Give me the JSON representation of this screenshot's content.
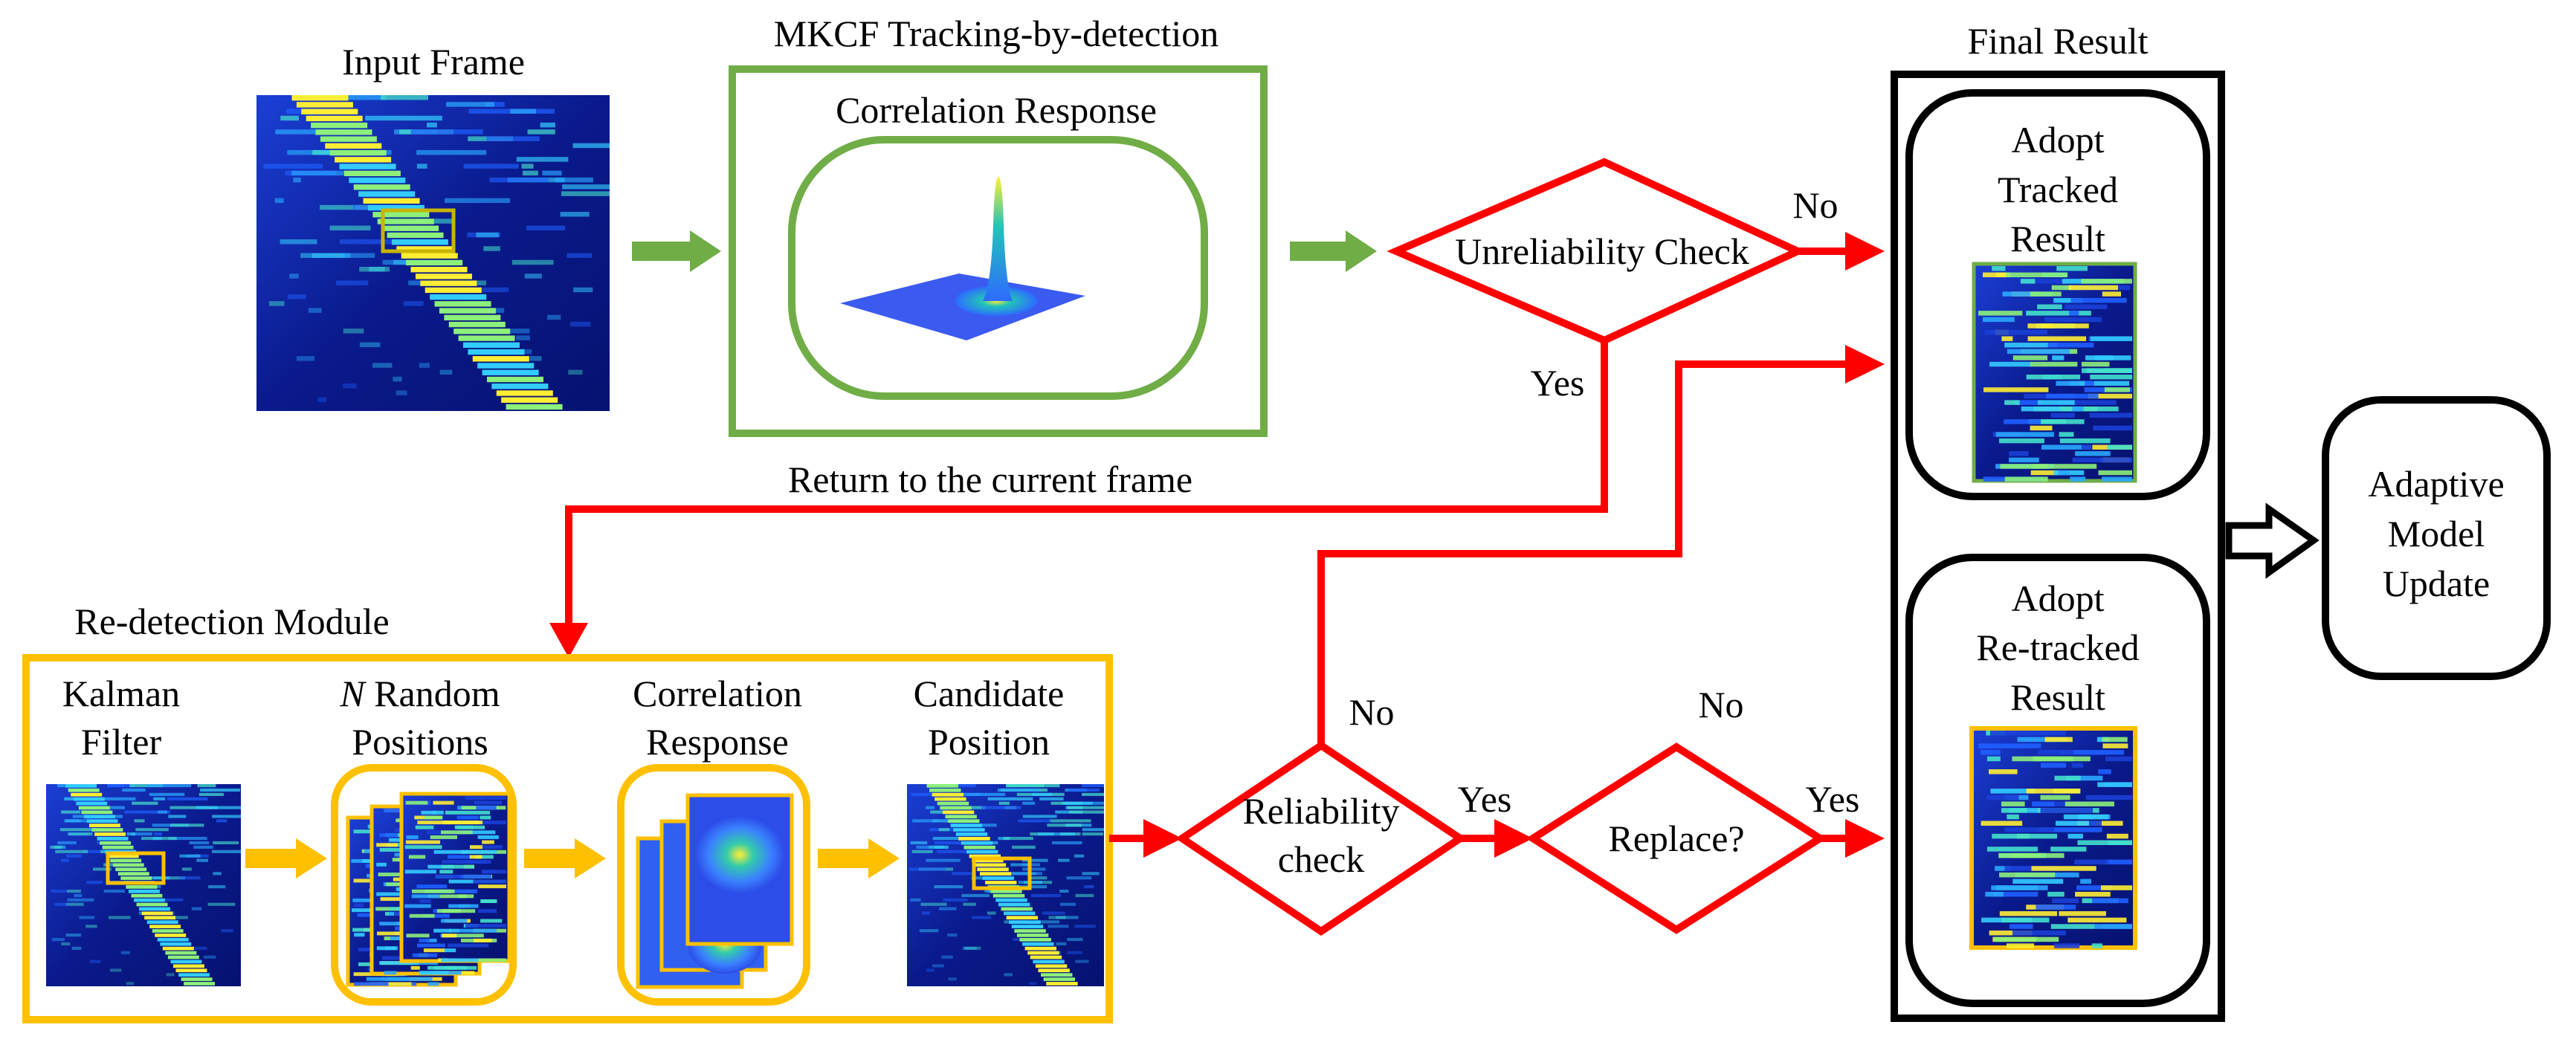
{
  "colors": {
    "green": "#70ad47",
    "red": "#ff0000",
    "gold": "#ffc000",
    "black": "#000000",
    "heat_bg": "#0a1a8c",
    "heat_track": "#33ccff",
    "heat_hot": "#ffee33"
  },
  "input": {
    "title": "Input Frame"
  },
  "mkcf": {
    "title": "MKCF Tracking-by-detection",
    "inner_title": "Correlation Response"
  },
  "unreliability": {
    "label": "Unreliability Check",
    "no": "No",
    "yes": "Yes"
  },
  "return_label": "Return to the current frame",
  "redetect": {
    "title": "Re-detection Module",
    "kalman": [
      "Kalman",
      "Filter"
    ],
    "random": {
      "n": "N",
      "rest": " Random",
      "line2": "Positions"
    },
    "correlation": [
      "Correlation",
      "Response"
    ],
    "candidate": [
      "Candidate",
      "Position"
    ]
  },
  "reliability": {
    "line1": "Reliability",
    "line2": "check",
    "no": "No",
    "yes": "Yes"
  },
  "replace": {
    "label": "Replace?",
    "no": "No",
    "yes": "Yes"
  },
  "final": {
    "title": "Final Result",
    "tracked": [
      "Adopt",
      "Tracked",
      "Result"
    ],
    "retracked": [
      "Adopt",
      "Re-tracked",
      "Result"
    ]
  },
  "adaptive": [
    "Adaptive",
    "Model",
    "Update"
  ]
}
